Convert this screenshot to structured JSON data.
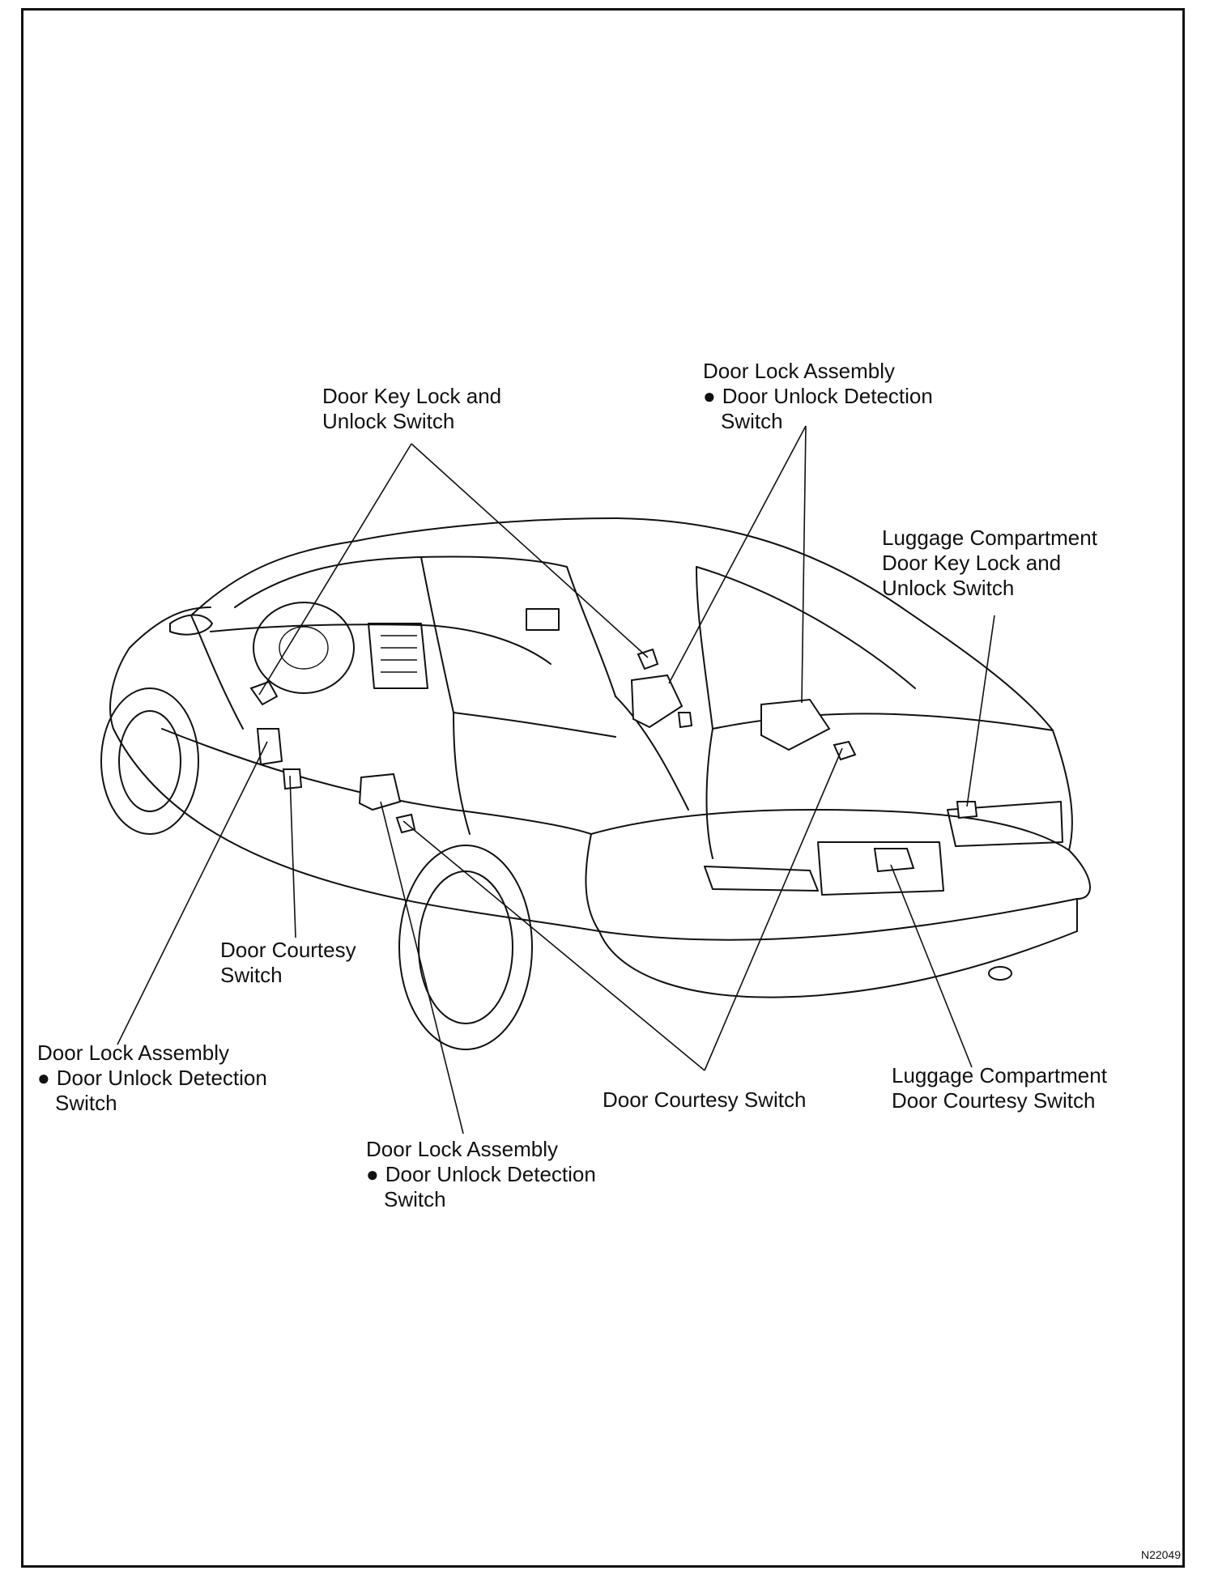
{
  "labels": {
    "front_key_switch": {
      "line1": "Door Key Lock and",
      "line2": "Unlock Switch"
    },
    "rear_right_lock": {
      "title": "Door Lock Assembly",
      "bullet": "●",
      "line1": "Door Unlock Detection",
      "line2": "Switch"
    },
    "luggage_key_switch": {
      "line1": "Luggage Compartment",
      "line2": "Door Key Lock and",
      "line3": "Unlock Switch"
    },
    "front_courtesy": {
      "line1": "Door Courtesy",
      "line2": "Switch"
    },
    "front_left_lock": {
      "title": "Door Lock Assembly",
      "bullet": "●",
      "line1": "Door Unlock Detection",
      "line2": "Switch"
    },
    "rear_courtesy": {
      "line1": "Door Courtesy Switch"
    },
    "luggage_courtesy": {
      "line1": "Luggage Compartment",
      "line2": "Door Courtesy Switch"
    },
    "rear_left_lock": {
      "title": "Door Lock Assembly",
      "bullet": "●",
      "line1": "Door Unlock Detection",
      "line2": "Switch"
    }
  },
  "drawing_code": "N22049"
}
